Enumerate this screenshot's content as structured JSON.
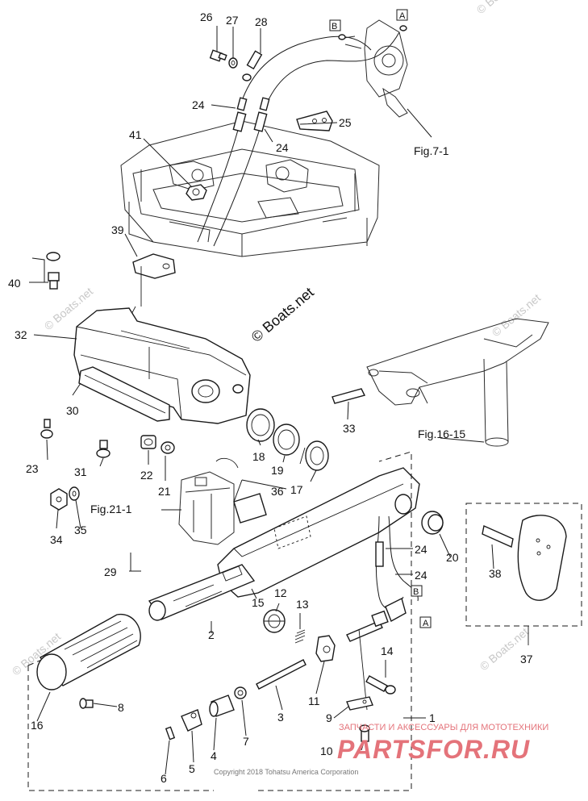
{
  "diagram": {
    "copyright": "Copyright 2018 Tohatsu America Corporation",
    "watermark_main": "© Boats.net",
    "watermark_small": "© Boats.net",
    "partsfor": {
      "tagline": "ЗАПЧАСТИ И АКСЕССУАРЫ ДЛЯ МОТОТЕХНИКИ",
      "brand": "PARTSFOR.RU",
      "color": "#e4737a"
    },
    "connectors": {
      "A": "A",
      "B": "B"
    },
    "figure_refs": {
      "fig_7_1": "Fig.7-1",
      "fig_16_15": "Fig.16-15",
      "fig_21_1": "Fig.21-1"
    },
    "callouts": {
      "p1": "1",
      "p2": "2",
      "p3": "3",
      "p4": "4",
      "p5": "5",
      "p6": "6",
      "p7": "7",
      "p8": "8",
      "p9": "9",
      "p10": "10",
      "p11": "11",
      "p12": "12",
      "p13": "13",
      "p14": "14",
      "p15": "15",
      "p16": "16",
      "p17": "17",
      "p18": "18",
      "p19": "19",
      "p20": "20",
      "p21": "21",
      "p22": "22",
      "p23": "23",
      "p24a": "24",
      "p24b": "24",
      "p24c": "24",
      "p24d": "24",
      "p25": "25",
      "p26": "26",
      "p27": "27",
      "p28": "28",
      "p29": "29",
      "p30": "30",
      "p31": "31",
      "p32": "32",
      "p33": "33",
      "p34": "34",
      "p35": "35",
      "p36": "36",
      "p37": "37",
      "p38": "38",
      "p39": "39",
      "p40": "40",
      "p41": "41"
    }
  }
}
